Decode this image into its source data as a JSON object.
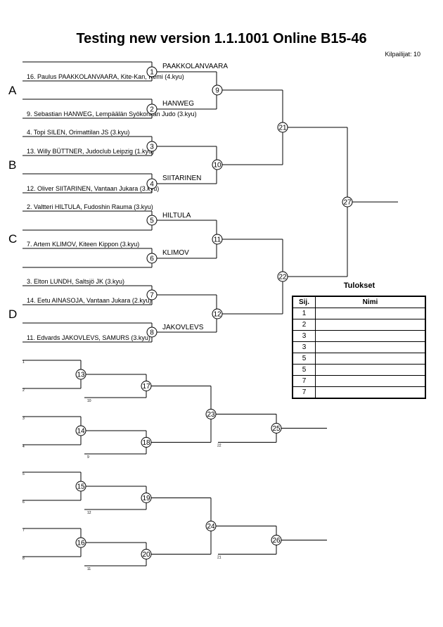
{
  "header": {
    "title": "Testing new version  1.1.1001  Online   B15-46",
    "participants": "Kilpailijat: 10"
  },
  "pools": [
    "A",
    "B",
    "C",
    "D"
  ],
  "competitors": [
    "16. Paulus PAAKKOLANVAARA, Kite-Kan, Kemi (4.kyu)",
    "9. Sebastian HANWEG, Lempäälän Syökonkan Judo (3.kyu)",
    "4. Topi SILEN, Orimattilan JS (3.kyu)",
    "13. Willy BÜTTNER, Judoclub Leipzig (1.kyu)",
    "12. Oliver SIITARINEN, Vantaan Jukara (3.kyu)",
    "2. Valtteri HILTULA, Fudoshin Rauma (3.kyu)",
    "7. Artem KLIMOV, Kiteen Kippon (3.kyu)",
    "3. Elton LUNDH, Saltsjö JK (3.kyu)",
    "14. Eetu AINASOJA, Vantaan Jukara (2.kyu)",
    "11. Edvards JAKOVLEVS, SAMURS (3.kyu)"
  ],
  "winners": [
    "PAAKKOLANVAARA",
    "HANWEG",
    "SIITARINEN",
    "HILTULA",
    "KLIMOV",
    "JAKOVLEVS"
  ],
  "match_numbers": [
    "1",
    "2",
    "3",
    "4",
    "5",
    "6",
    "7",
    "8",
    "9",
    "10",
    "11",
    "12",
    "13",
    "14",
    "15",
    "16",
    "17",
    "18",
    "19",
    "20",
    "21",
    "22",
    "23",
    "24",
    "25",
    "26",
    "27"
  ],
  "repechage_labels": [
    "1",
    "2",
    "10",
    "3",
    "4",
    "9",
    "5",
    "6",
    "12",
    "7",
    "8",
    "11",
    "22",
    "21"
  ],
  "results": {
    "title": "Tulokset",
    "col_rank": "Sij.",
    "col_name": "Nimi",
    "rows": [
      {
        "rank": "1",
        "name": ""
      },
      {
        "rank": "2",
        "name": ""
      },
      {
        "rank": "3",
        "name": ""
      },
      {
        "rank": "3",
        "name": ""
      },
      {
        "rank": "5",
        "name": ""
      },
      {
        "rank": "5",
        "name": ""
      },
      {
        "rank": "7",
        "name": ""
      },
      {
        "rank": "7",
        "name": ""
      }
    ]
  }
}
